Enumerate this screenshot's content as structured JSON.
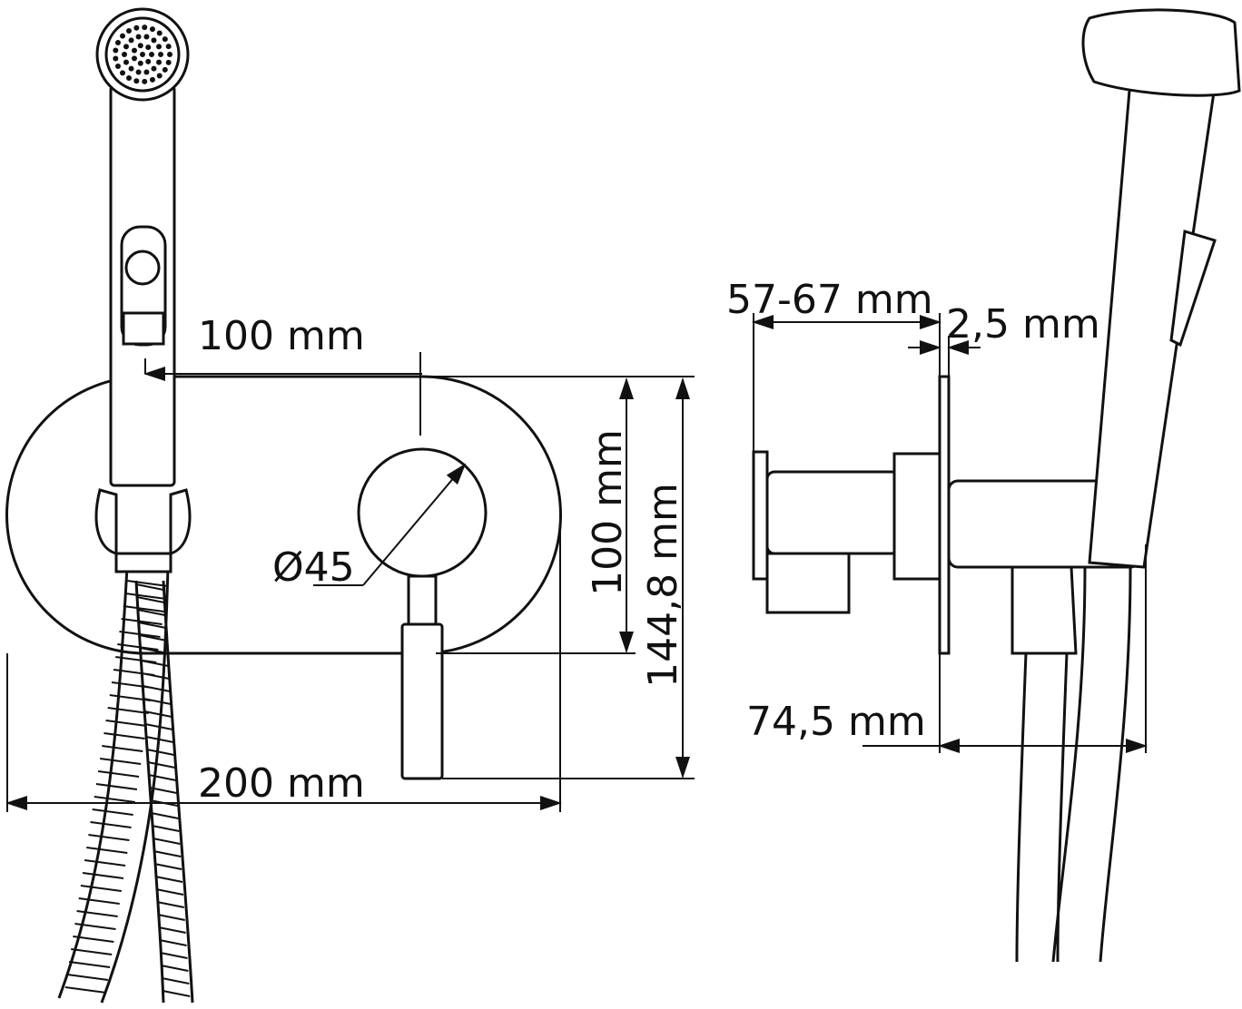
{
  "dimensions": {
    "handle_offset": "100 mm",
    "plate_width": "200 mm",
    "plate_height": "100 mm",
    "total_height": "144,8 mm",
    "handle_diameter": "Ø45",
    "wall_depth": "57-67 mm",
    "plate_thickness": "2,5 mm",
    "projection": "74,5 mm"
  },
  "colors": {
    "line": "#111111",
    "background": "#ffffff"
  }
}
